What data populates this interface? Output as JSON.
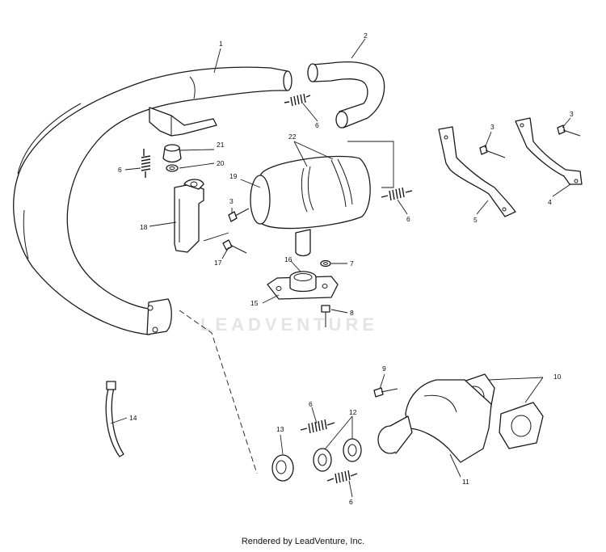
{
  "footer": "Rendered by LeadVenture, Inc.",
  "watermark": "LEADVENTURE",
  "callouts": {
    "c1": "1",
    "c2": "2",
    "c3a": "3",
    "c3b": "3",
    "c3c": "3",
    "c4": "4",
    "c5": "5",
    "c6a": "6",
    "c6b": "6",
    "c6c": "6",
    "c6d": "6",
    "c6e": "6",
    "c7": "7",
    "c8": "8",
    "c9": "9",
    "c10": "10",
    "c11": "11",
    "c12": "12",
    "c13": "13",
    "c14": "14",
    "c15": "15",
    "c16": "16",
    "c17": "17",
    "c18": "18",
    "c19": "19",
    "c20": "20",
    "c21": "21",
    "c22": "22"
  }
}
